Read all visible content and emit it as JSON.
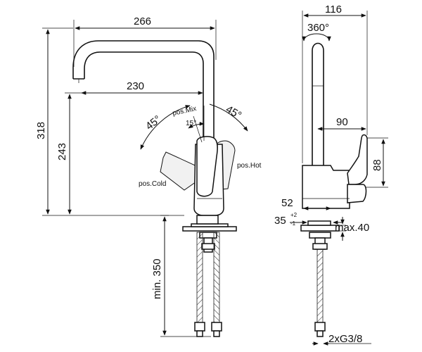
{
  "front_view": {
    "width_total": "266",
    "spout_reach": "230",
    "height_total": "318",
    "spout_height": "243",
    "min_hose_length": "min. 350",
    "angle_left": "45°",
    "angle_right": "45°",
    "angle_mix": "15°",
    "pos_mix": "pos.Mix",
    "pos_cold": "pos.Cold",
    "pos_hot": "pos.Hot"
  },
  "side_view": {
    "depth_total": "116",
    "rotation": "360°",
    "handle_offset": "90",
    "handle_height": "88",
    "body_height": "52",
    "hole_dia": "35",
    "tol_plus": "+2",
    "tol_minus": "-1",
    "max_thickness": "max.40",
    "connection": "2xG3/8"
  }
}
